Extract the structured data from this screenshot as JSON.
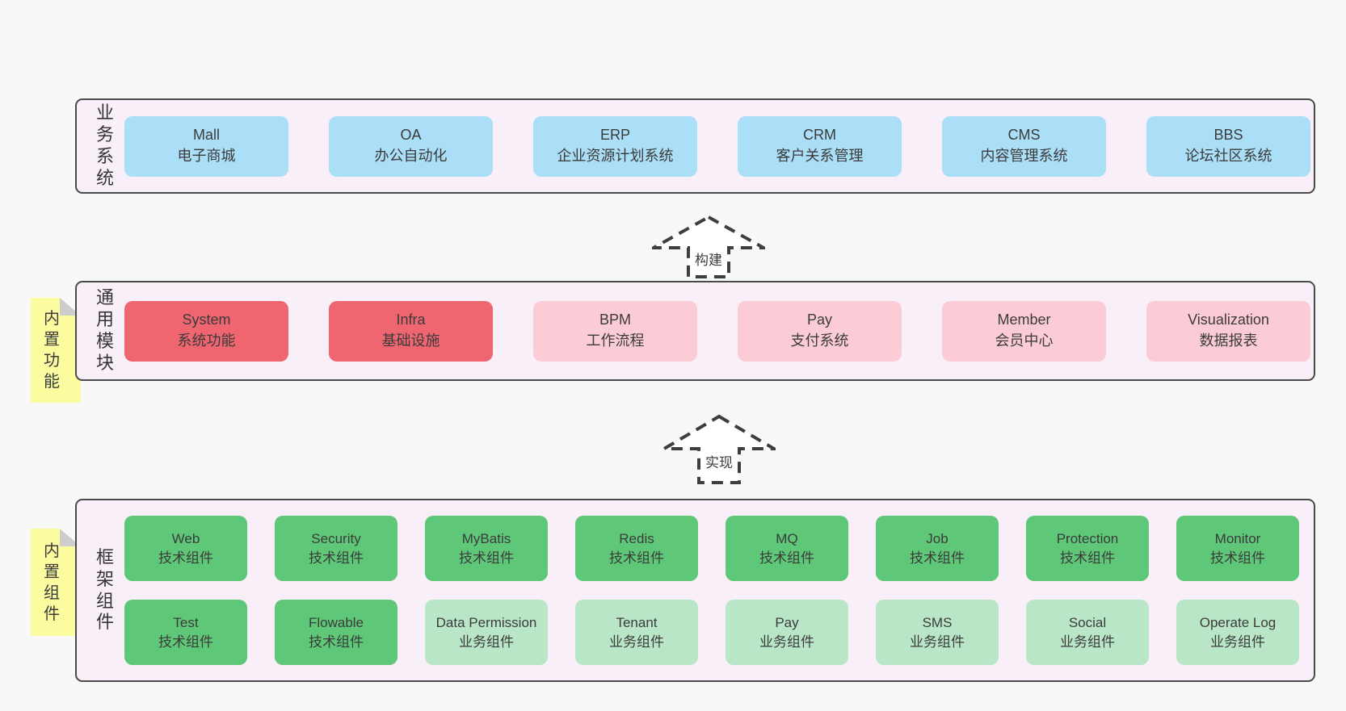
{
  "colors": {
    "pageBg": "#f8f8f8",
    "containerFill": "#f9eff8",
    "containerBorder": "#4a4a4a",
    "blue": "#abdef7",
    "red": "#ef6670",
    "pink": "#fbccd5",
    "green": "#5fc878",
    "lightGreen": "#bae6c8",
    "note": "#fbfba0",
    "noteFold": "#cdcdcd",
    "arrowStroke": "#3e3e3e",
    "text": "#3b3b3b"
  },
  "arrows": [
    {
      "label": "构建"
    },
    {
      "label": "实现"
    }
  ],
  "layers": [
    {
      "id": "business-systems",
      "label": "业务系统",
      "boxes": [
        {
          "name": "Mall",
          "desc": "电子商城",
          "color": "blue"
        },
        {
          "name": "OA",
          "desc": "办公自动化",
          "color": "blue"
        },
        {
          "name": "ERP",
          "desc": "企业资源计划系统",
          "color": "blue"
        },
        {
          "name": "CRM",
          "desc": "客户关系管理",
          "color": "blue"
        },
        {
          "name": "CMS",
          "desc": "内容管理系统",
          "color": "blue"
        },
        {
          "name": "BBS",
          "desc": "论坛社区系统",
          "color": "blue"
        }
      ]
    },
    {
      "id": "common-modules",
      "label": "通用模块",
      "note": "内置功能",
      "boxes": [
        {
          "name": "System",
          "desc": "系统功能",
          "color": "red"
        },
        {
          "name": "Infra",
          "desc": "基础设施",
          "color": "red"
        },
        {
          "name": "BPM",
          "desc": "工作流程",
          "color": "pink"
        },
        {
          "name": "Pay",
          "desc": "支付系统",
          "color": "pink"
        },
        {
          "name": "Member",
          "desc": "会员中心",
          "color": "pink"
        },
        {
          "name": "Visualization",
          "desc": "数据报表",
          "color": "pink"
        }
      ]
    },
    {
      "id": "framework-components",
      "label": "框架组件",
      "note": "内置组件",
      "rows": [
        [
          {
            "name": "Web",
            "desc": "技术组件",
            "color": "green"
          },
          {
            "name": "Security",
            "desc": "技术组件",
            "color": "green"
          },
          {
            "name": "MyBatis",
            "desc": "技术组件",
            "color": "green"
          },
          {
            "name": "Redis",
            "desc": "技术组件",
            "color": "green"
          },
          {
            "name": "MQ",
            "desc": "技术组件",
            "color": "green"
          },
          {
            "name": "Job",
            "desc": "技术组件",
            "color": "green"
          },
          {
            "name": "Protection",
            "desc": "技术组件",
            "color": "green"
          },
          {
            "name": "Monitor",
            "desc": "技术组件",
            "color": "green"
          }
        ],
        [
          {
            "name": "Test",
            "desc": "技术组件",
            "color": "green"
          },
          {
            "name": "Flowable",
            "desc": "技术组件",
            "color": "green"
          },
          {
            "name": "Data Permission",
            "desc": "业务组件",
            "color": "lightGreen"
          },
          {
            "name": "Tenant",
            "desc": "业务组件",
            "color": "lightGreen"
          },
          {
            "name": "Pay",
            "desc": "业务组件",
            "color": "lightGreen"
          },
          {
            "name": "SMS",
            "desc": "业务组件",
            "color": "lightGreen"
          },
          {
            "name": "Social",
            "desc": "业务组件",
            "color": "lightGreen"
          },
          {
            "name": "Operate Log",
            "desc": "业务组件",
            "color": "lightGreen"
          }
        ]
      ]
    }
  ]
}
